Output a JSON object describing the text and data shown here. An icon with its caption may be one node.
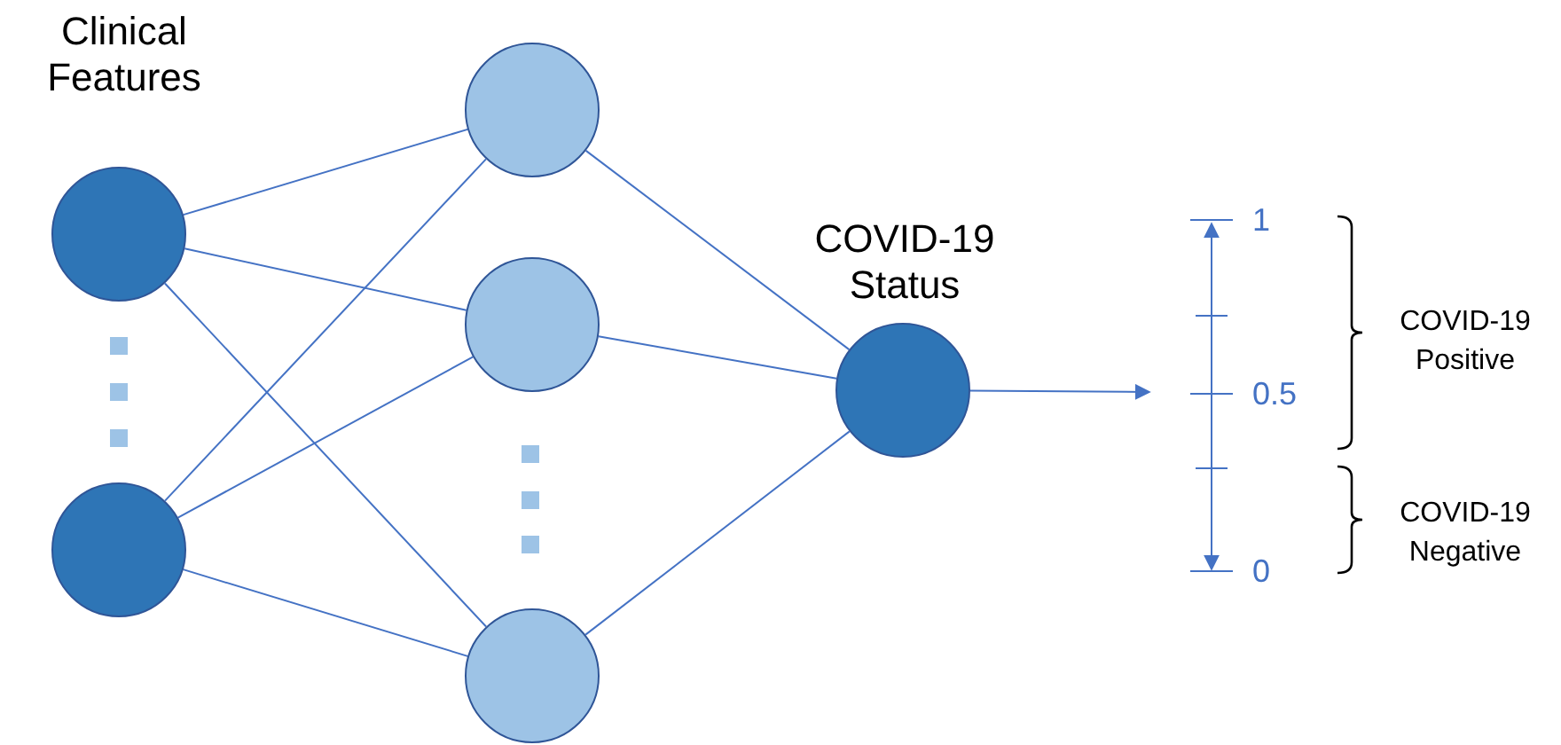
{
  "diagram": {
    "nodes": [
      {
        "text": [],
        "shape": "circle",
        "beside": [
          "Clinical Features"
        ]
      },
      {
        "text": [],
        "shape": "circle"
      },
      {
        "text": [],
        "shape": "circle"
      },
      {
        "text": [],
        "shape": "circle"
      },
      {
        "text": [],
        "shape": "circle"
      },
      {
        "text": [],
        "shape": "circle",
        "beside": [
          "COVID-19 Status"
        ]
      }
    ],
    "edges": [
      {
        "from": 0,
        "to": 2,
        "arrow": "none"
      },
      {
        "from": 0,
        "to": 3,
        "arrow": "none"
      },
      {
        "from": 0,
        "to": 4,
        "arrow": "none"
      },
      {
        "from": 1,
        "to": 2,
        "arrow": "none"
      },
      {
        "from": 1,
        "to": 3,
        "arrow": "none"
      },
      {
        "from": 1,
        "to": 4,
        "arrow": "none"
      },
      {
        "from": 2,
        "to": 5,
        "arrow": "none"
      },
      {
        "from": 3,
        "to": 5,
        "arrow": "none"
      },
      {
        "from": 4,
        "to": 5,
        "arrow": "none"
      },
      {
        "from": 5,
        "to": null,
        "arrow": "to"
      }
    ],
    "labels": [
      "1",
      "COVID-19 Positive",
      "0.5",
      "COVID-19 Negative",
      "0"
    ]
  }
}
